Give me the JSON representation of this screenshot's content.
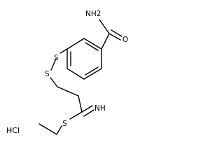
{
  "molecule": {
    "labels": {
      "amide_nh2": "NH2",
      "amide_o": "O",
      "sulfur_1": "S",
      "sulfur_2": "S",
      "imine_nh": "NH",
      "thio_s": "S",
      "salt": "HCl"
    }
  }
}
